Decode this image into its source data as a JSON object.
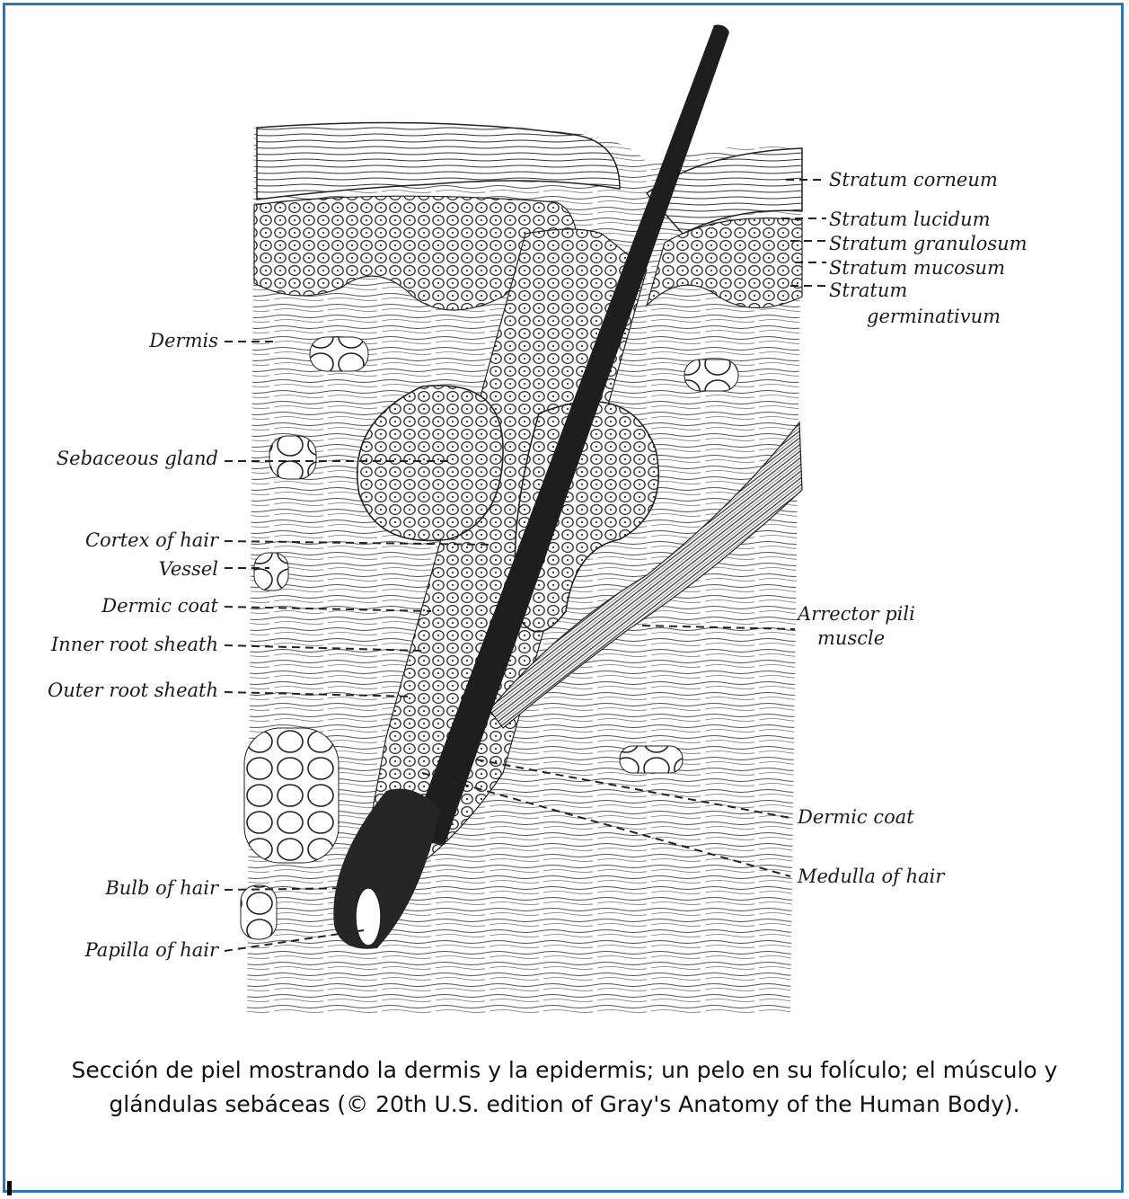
{
  "figure": {
    "labels_left": {
      "dermis": "Dermis",
      "sebaceous_gland": "Sebaceous gland",
      "cortex_of_hair": "Cortex of hair",
      "vessel": "Vessel",
      "dermic_coat": "Dermic coat",
      "inner_root_sheath": "Inner root sheath",
      "outer_root_sheath": "Outer root sheath",
      "bulb_of_hair": "Bulb of hair",
      "papilla_of_hair": "Papilla of hair"
    },
    "labels_right": {
      "stratum_corneum": "Stratum corneum",
      "stratum_lucidum": "Stratum lucidum",
      "stratum_granulosum": "Stratum granulosum",
      "stratum_mucosum": "Stratum mucosum",
      "stratum_germinativum_1": "Stratum",
      "stratum_germinativum_2": "germinativum",
      "arrector_pili_1": "Arrector pili",
      "arrector_pili_2": "muscle",
      "dermic_coat": "Dermic coat",
      "medulla_of_hair": "Medulla of hair"
    }
  },
  "caption": {
    "line1": "Sección de piel mostrando la dermis y la epidermis; un pelo en su folículo; el músculo y",
    "line2": "glándulas sebáceas (© 20th U.S. edition of Gray's Anatomy of the Human Body)."
  },
  "colors": {
    "frame_border": "#2e75b6",
    "ink": "#1a1a1a"
  }
}
